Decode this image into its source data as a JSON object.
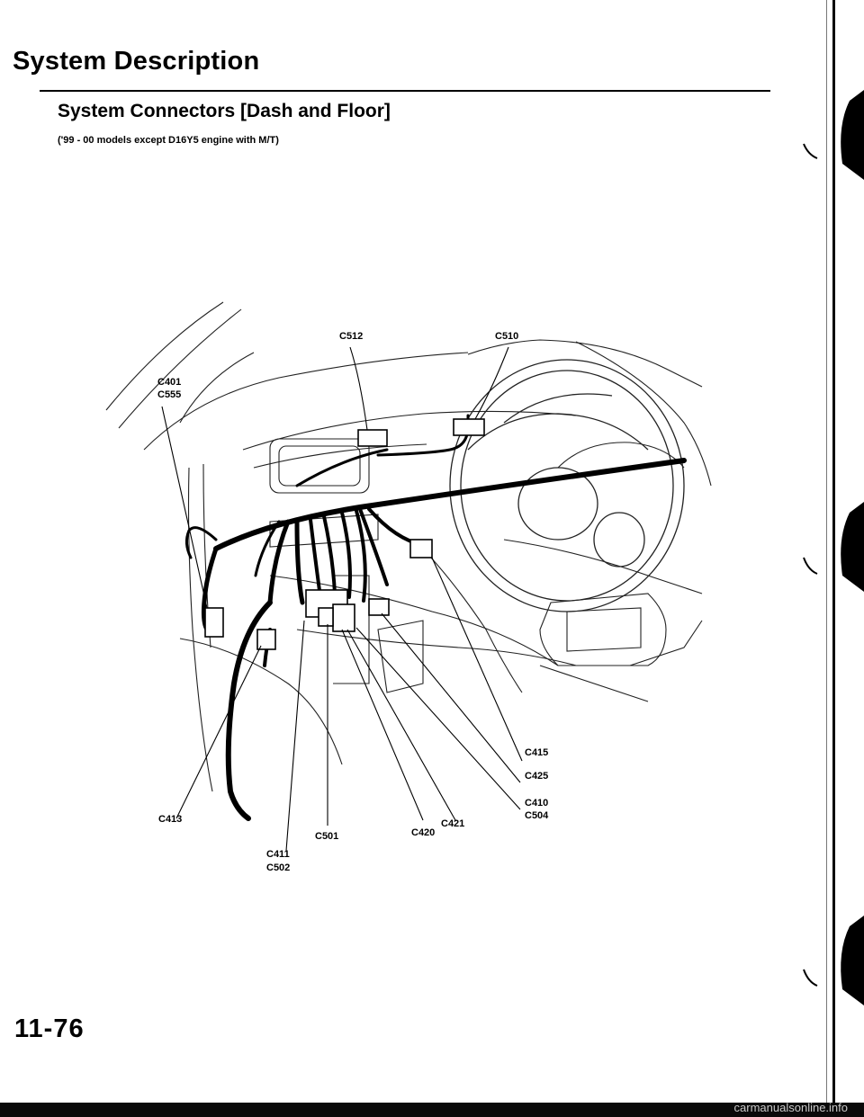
{
  "header": {
    "title": "System Description",
    "subtitle": "System Connectors [Dash and Floor]",
    "model_note": "('99 - 00 models except D16Y5 engine with M/T)"
  },
  "connectors": {
    "c512": "C512",
    "c510": "C510",
    "c401_c555": [
      "C401",
      "C555"
    ],
    "c415": "C415",
    "c425": "C425",
    "c410_c504": [
      "C410",
      "C504"
    ],
    "c421": "C421",
    "c420": "C420",
    "c501": "C501",
    "c411_c502": [
      "C411",
      "C502"
    ],
    "c413": "C413"
  },
  "footer": {
    "page_number": "11-76",
    "watermark": "carmanualsonline.info"
  }
}
